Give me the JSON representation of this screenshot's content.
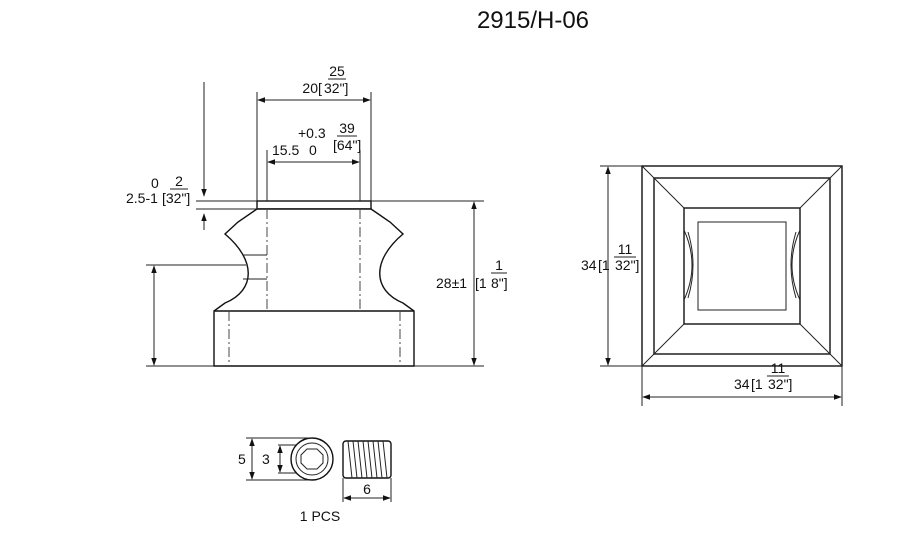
{
  "title": "2915/H-06",
  "front_view": {
    "top_width": {
      "mm": "20",
      "inch_frac_num": "25",
      "inch_frac_den": "32\"]",
      "inch_prefix": "["
    },
    "bore": {
      "mm": "15.5",
      "tol_upper": "+0.3",
      "tol_lower": "0",
      "inch_frac_num": "39",
      "inch_frac_den": "[64\"]"
    },
    "cap": {
      "mm": "2.5-1",
      "tol_upper": "0",
      "inch_frac_num": "2",
      "inch_frac_den": "[32\"]"
    },
    "height": {
      "mm": "28±1",
      "inch_whole": "[1",
      "inch_frac_num": "1",
      "inch_frac_den": "8\"]"
    }
  },
  "top_view": {
    "height_label": {
      "mm": "34",
      "inch_whole": "[1",
      "inch_frac_num": "11",
      "inch_frac_den": "32\"]"
    },
    "width_label": {
      "mm": "34",
      "inch_whole": "[1",
      "inch_frac_num": "11",
      "inch_frac_den": "32\"]"
    }
  },
  "set_screw": {
    "outer": "5",
    "inner": "3",
    "length": "6",
    "quantity": "1 PCS"
  }
}
